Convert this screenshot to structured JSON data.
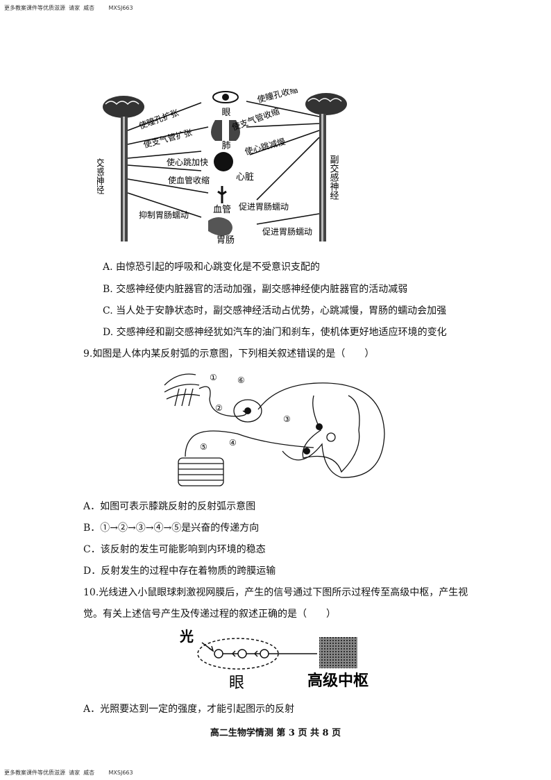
{
  "header": {
    "text": "更多教案课件等优质滋源  请家  威杏        MXSJ663"
  },
  "footer_note": {
    "text": "更多教案课件等优质滋源  请家  威杏        MXSJ663"
  },
  "figure1": {
    "left_label": "交感神经",
    "right_label": "副交感神经",
    "organs": {
      "eye": "眼",
      "lung": "肺",
      "heart": "心脏",
      "vessel": "血管",
      "stomach": "胃肠"
    },
    "left_effects": [
      "使瞳孔扩张",
      "使支气管扩张",
      "使心跳加快",
      "使血管收缩",
      "抑制胃肠蠕动"
    ],
    "right_effects": [
      "使瞳孔收缩",
      "使支气管收缩",
      "使心跳减慢",
      "促进胃肠蠕动",
      "促进胃肠蠕动"
    ]
  },
  "q8_options": [
    {
      "label": "A.",
      "text": "由惊恐引起的呼吸和心跳变化是不受意识支配的"
    },
    {
      "label": "B.",
      "text": "交感神经使内脏器官的活动加强，副交感神经使内脏器官的活动减弱"
    },
    {
      "label": "C.",
      "text": "当人处于安静状态时，副交感神经活动占优势，心跳减慢，胃肠的蠕动会加强"
    },
    {
      "label": "D.",
      "text": "交感神经和副交感神经犹如汽车的油门和刹车，使机体更好地适应环境的变化"
    }
  ],
  "q9": {
    "stem": "9.如图是人体内某反射弧的示意图，下列相关叙述错误的是（　　）",
    "markers": [
      "①",
      "②",
      "③",
      "④",
      "⑤",
      "⑥"
    ],
    "options": [
      {
        "text": "A．如图可表示膝跳反射的反射弧示意图"
      },
      {
        "text": "B．①→②→③→④→⑤是兴奋的传递方向"
      },
      {
        "text": "C．该反射的发生可能影响到内环境的稳态"
      },
      {
        "text": "D．反射发生的过程中存在着物质的跨膜运输"
      }
    ]
  },
  "q10": {
    "stem_line1": "10.光线进入小鼠眼球刺激视网膜后，产生的信号通过下图所示过程传至高级中枢，产生视",
    "stem_line2": "觉。有关上述信号产生及传递过程的叙述正确的是（　　）",
    "fig_light": "光",
    "fig_eye": "眼",
    "fig_center": "高级中枢",
    "option_a": "A．光照要达到一定的强度，才能引起图示的反射"
  },
  "page_footer": "高二生物学情测    第 3 页   共 8 页"
}
